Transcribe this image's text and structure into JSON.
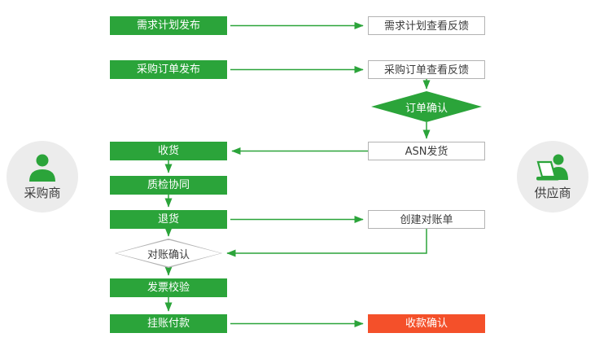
{
  "actors": {
    "buyer": {
      "label": "采购商"
    },
    "supplier": {
      "label": "供应商"
    }
  },
  "nodes": {
    "demand_plan_release": "需求计划发布",
    "demand_plan_feedback": "需求计划查看反馈",
    "po_release": "采购订单发布",
    "po_feedback": "采购订单查看反馈",
    "order_confirm": "订单确认",
    "receive_goods": "收货",
    "asn_ship": "ASN发货",
    "quality_check": "质检协同",
    "return_goods": "退货",
    "create_statement": "创建对账单",
    "recon_confirm": "对账确认",
    "invoice_verify": "发票校验",
    "book_payment": "挂账付款",
    "receipt_confirm": "收款确认"
  },
  "colors": {
    "green": "#2ba43a",
    "red": "#f4502a",
    "circle_bg": "#ececec",
    "box_border": "#b3b3b3",
    "text_dark": "#3c3c3c"
  }
}
